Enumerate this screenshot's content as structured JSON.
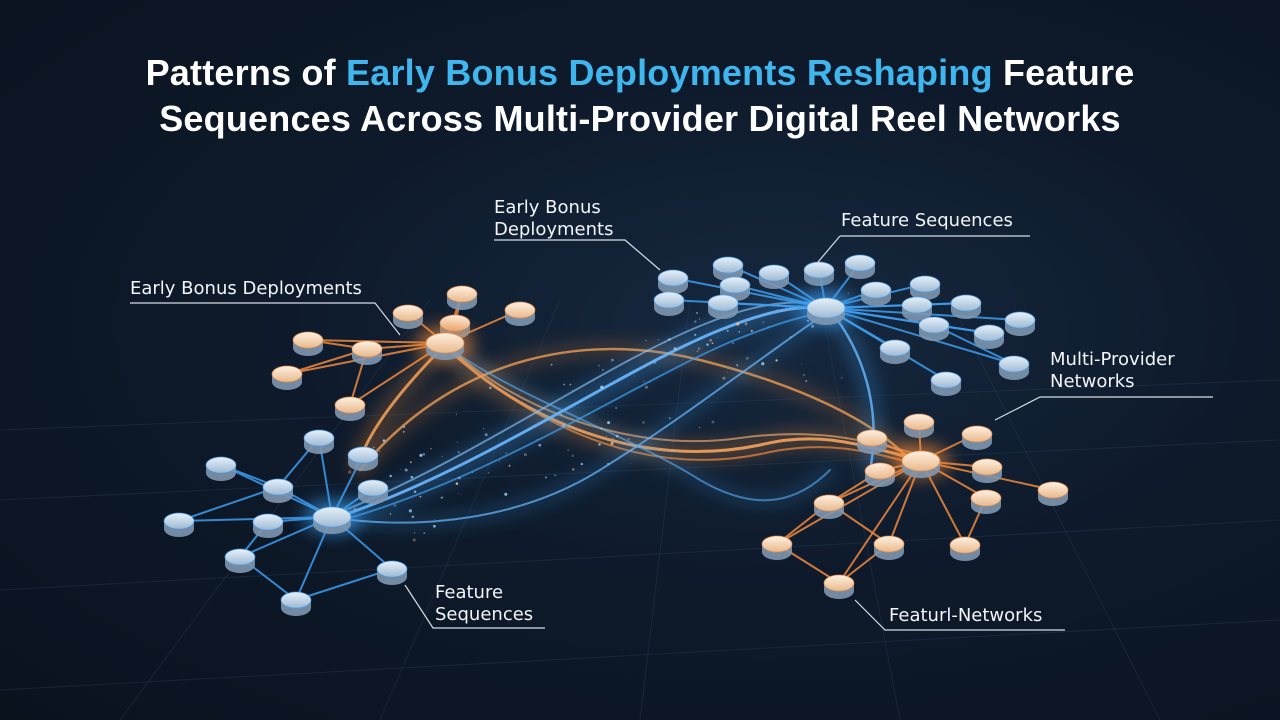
{
  "title": {
    "line1_before": "Patterns of ",
    "line1_highlight": "Early Bonus Deployments Reshaping",
    "line1_after": " Feature",
    "line2": "Sequences Across Multi-Provider Digital Reel Networks",
    "highlight_color": "#3fb6ee"
  },
  "callouts": {
    "top_center": [
      "Early Bonus",
      "Deployments"
    ],
    "top_right": "Feature Sequences",
    "left": "Early Bonus Deployments",
    "right": [
      "Multi-Provider",
      "Networks"
    ],
    "bottom_left": [
      "Feature",
      "Sequences"
    ],
    "bottom_right": "Featurl-Networks"
  },
  "colors": {
    "orange": "#f08a3c",
    "blue": "#3d9ef0",
    "node_fill": "#c8dcef",
    "background": "#0e1a2b"
  }
}
